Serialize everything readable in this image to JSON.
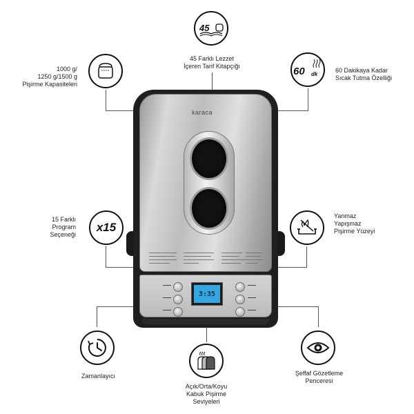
{
  "features": {
    "recipes": {
      "badge_number": "45",
      "lines": [
        "45 Farklı Lezzet",
        "İçeren Tarif Kitapçığı"
      ],
      "icon": "recipe-book-icon"
    },
    "keep_warm": {
      "badge_number": "60",
      "badge_unit": "dk",
      "lines": [
        "60 Dakikaya Kadar",
        "Sıcak Tutma Özelliği"
      ],
      "icon": "keep-warm-icon"
    },
    "capacity": {
      "lines": [
        "1000 g/",
        "1250 g/1500 g",
        "Pişirme Kapasiteleri"
      ],
      "icon": "bread-pan-icon"
    },
    "programs": {
      "badge": "x15",
      "lines": [
        "15 Farklı",
        "Program",
        "Seçeneği"
      ],
      "icon": "program-count-icon"
    },
    "nonstick": {
      "lines": [
        "Yanmaz",
        "Yapışmaz",
        "Pişirme Yüzeyi"
      ],
      "icon": "nonstick-icon"
    },
    "timer": {
      "lines": [
        "Zamanlayıcı"
      ],
      "icon": "timer-icon"
    },
    "crust": {
      "lines": [
        "Açık/Orta/Koyu",
        "Kabuk Pişirme",
        "Seviyeleri"
      ],
      "icon": "crust-icon"
    },
    "window": {
      "lines": [
        "Şeffaf Gözetleme",
        "Penceresi"
      ],
      "icon": "eye-icon"
    }
  },
  "product": {
    "brand": "karaca",
    "display_digits": "3:35",
    "colors": {
      "steel_light": "#d7d7d7",
      "steel_dark": "#8a8a8a",
      "body_black": "#1f1f1f",
      "lcd": "#34a7e0"
    }
  }
}
